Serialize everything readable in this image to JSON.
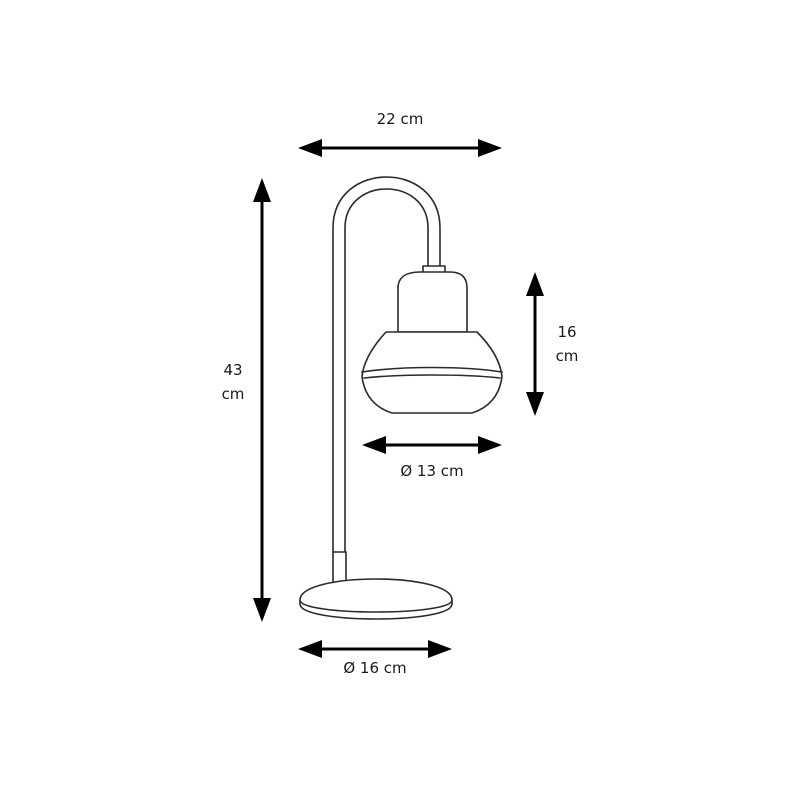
{
  "product": "table-lamp",
  "dimensions": {
    "width": {
      "value": "22 cm"
    },
    "height": {
      "value": "43",
      "unit": "cm"
    },
    "shade_height": {
      "value": "16",
      "unit": "cm"
    },
    "shade_diameter": {
      "value": "Ø 13 cm"
    },
    "base_diameter": {
      "value": "Ø 16 cm"
    }
  },
  "colors": {
    "outline": "#2a2a2a",
    "arrow": "#000000",
    "background": "#ffffff"
  }
}
